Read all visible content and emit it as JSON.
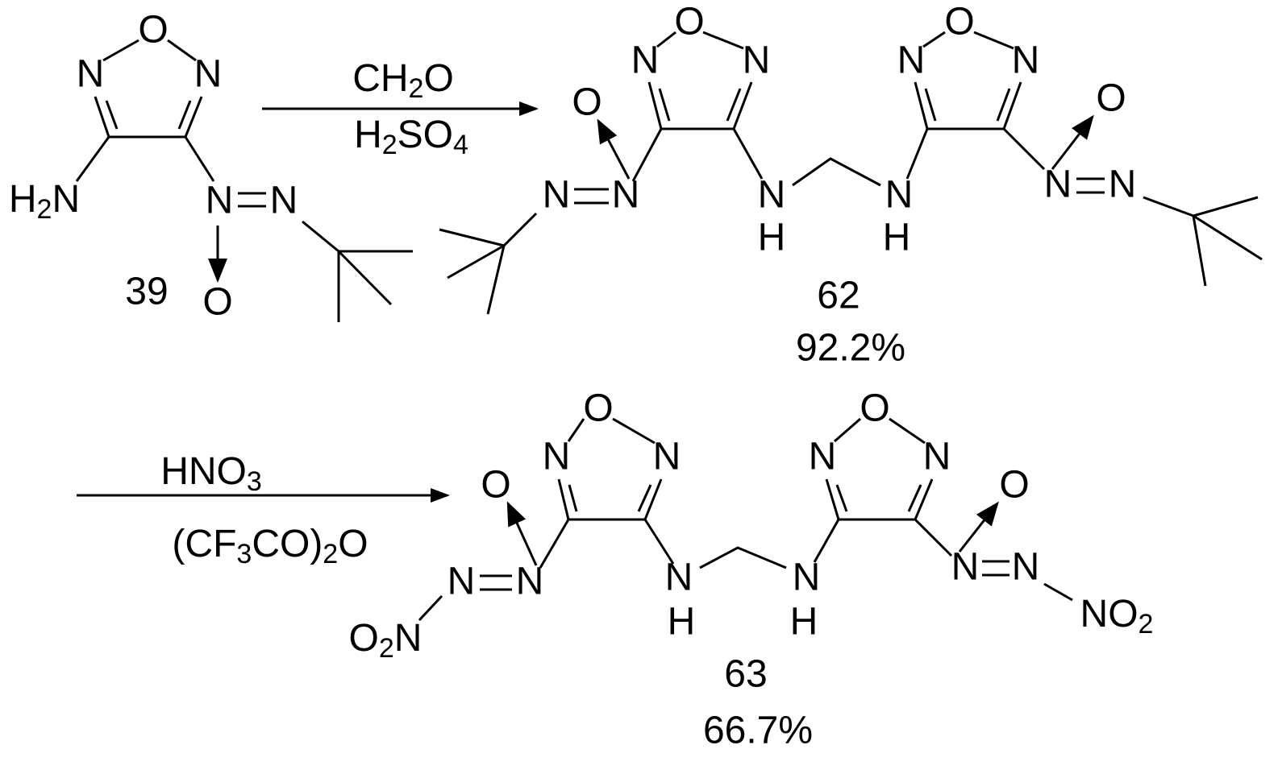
{
  "atoms": {
    "N": "N",
    "O": "O",
    "H": "H"
  },
  "compounds": {
    "c39": {
      "number": "39",
      "amine_prefix": "H",
      "amine_sub": "2",
      "amine_suffix": "N"
    },
    "c62": {
      "number": "62",
      "yield": "92.2%"
    },
    "c63": {
      "number": "63",
      "yield": "66.7%",
      "nitro_left_a": "O",
      "nitro_left_sub": "2",
      "nitro_left_b": "N",
      "nitro_right_a": "NO",
      "nitro_right_sub": "2"
    }
  },
  "step1": {
    "reagent1": {
      "a": "CH",
      "sub": "2",
      "b": "O"
    },
    "reagent2": {
      "a": "H",
      "sub1": "2",
      "b": "SO",
      "sub2": "4"
    }
  },
  "step2": {
    "reagent1": {
      "a": "HNO",
      "sub": "3"
    },
    "reagent2": {
      "a": "(CF",
      "sub1": "3",
      "b": "CO)",
      "sub2": "2",
      "c": "O"
    }
  },
  "colors": {
    "ink": "#000000",
    "background": "#ffffff"
  }
}
